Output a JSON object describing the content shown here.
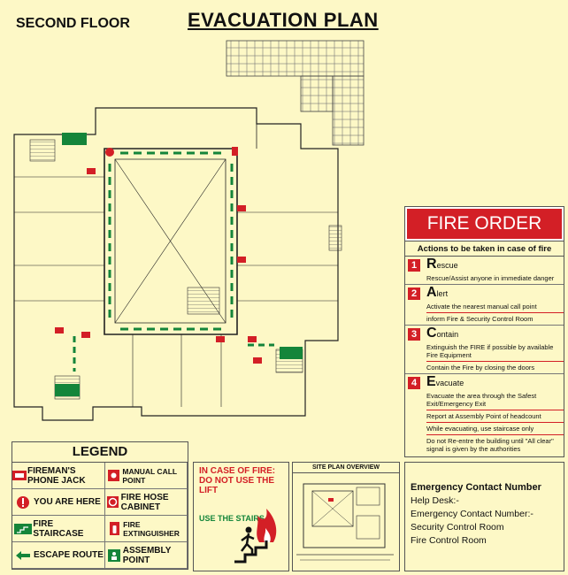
{
  "header": {
    "floor": "SECOND FLOOR",
    "title": "EVACUATION PLAN"
  },
  "fire_order": {
    "title": "FIRE ORDER",
    "subtitle": "Actions to be taken in case of fire",
    "steps": [
      {
        "num": "1",
        "letter": "R",
        "rest": "escue",
        "lines": [
          "Rescue/Assist anyone in immediate danger"
        ]
      },
      {
        "num": "2",
        "letter": "A",
        "rest": "lert",
        "lines": [
          "Activate the nearest manual call point",
          "inform Fire & Security Control Room"
        ]
      },
      {
        "num": "3",
        "letter": "C",
        "rest": "ontain",
        "lines": [
          "Extinguish the FIRE if possible by available Fire Equipment",
          "Contain the Fire by closing the doors"
        ]
      },
      {
        "num": "4",
        "letter": "E",
        "rest": "vacuate",
        "lines": [
          "Evacuate the  area through the Safest Exit/Emergency Exit",
          "Report at Assembly Point of headcount",
          "While evacuating, use staircase only",
          "Do not Re-entre the building until \"All clear\" signal is given by the authorities"
        ]
      }
    ]
  },
  "legend": {
    "title": "LEGEND",
    "items": [
      {
        "label": "FIREMAN'S PHONE JACK",
        "icon": "phone-jack-icon"
      },
      {
        "label": "MANUAL CALL POINT",
        "icon": "call-point-icon"
      },
      {
        "label": "YOU ARE HERE",
        "icon": "you-are-here-icon"
      },
      {
        "label": "FIRE HOSE CABINET",
        "icon": "hose-cabinet-icon"
      },
      {
        "label": "FIRE STAIRCASE",
        "icon": "staircase-icon"
      },
      {
        "label": "FIRE EXTINGUISHER",
        "icon": "extinguisher-icon"
      },
      {
        "label": "ESCAPE ROUTE",
        "icon": "escape-arrow-icon"
      },
      {
        "label": "ASSEMBLY POINT",
        "icon": "assembly-point-icon"
      }
    ]
  },
  "in_case_of_fire": {
    "heading": "IN CASE OF FIRE: DO NOT USE THE LIFT",
    "use_stairs": "USE THE STAIRS"
  },
  "site_plan": {
    "title": "SITE PLAN OVERVIEW"
  },
  "emergency": {
    "title": "Emergency Contact Number",
    "lines": [
      "Help Desk:-",
      "Emergency Contact Number:-",
      "Security Control Room",
      "Fire Control Room"
    ]
  },
  "colors": {
    "background": "#fdf8c6",
    "fire_red": "#d31f26",
    "escape_green": "#14853a"
  }
}
